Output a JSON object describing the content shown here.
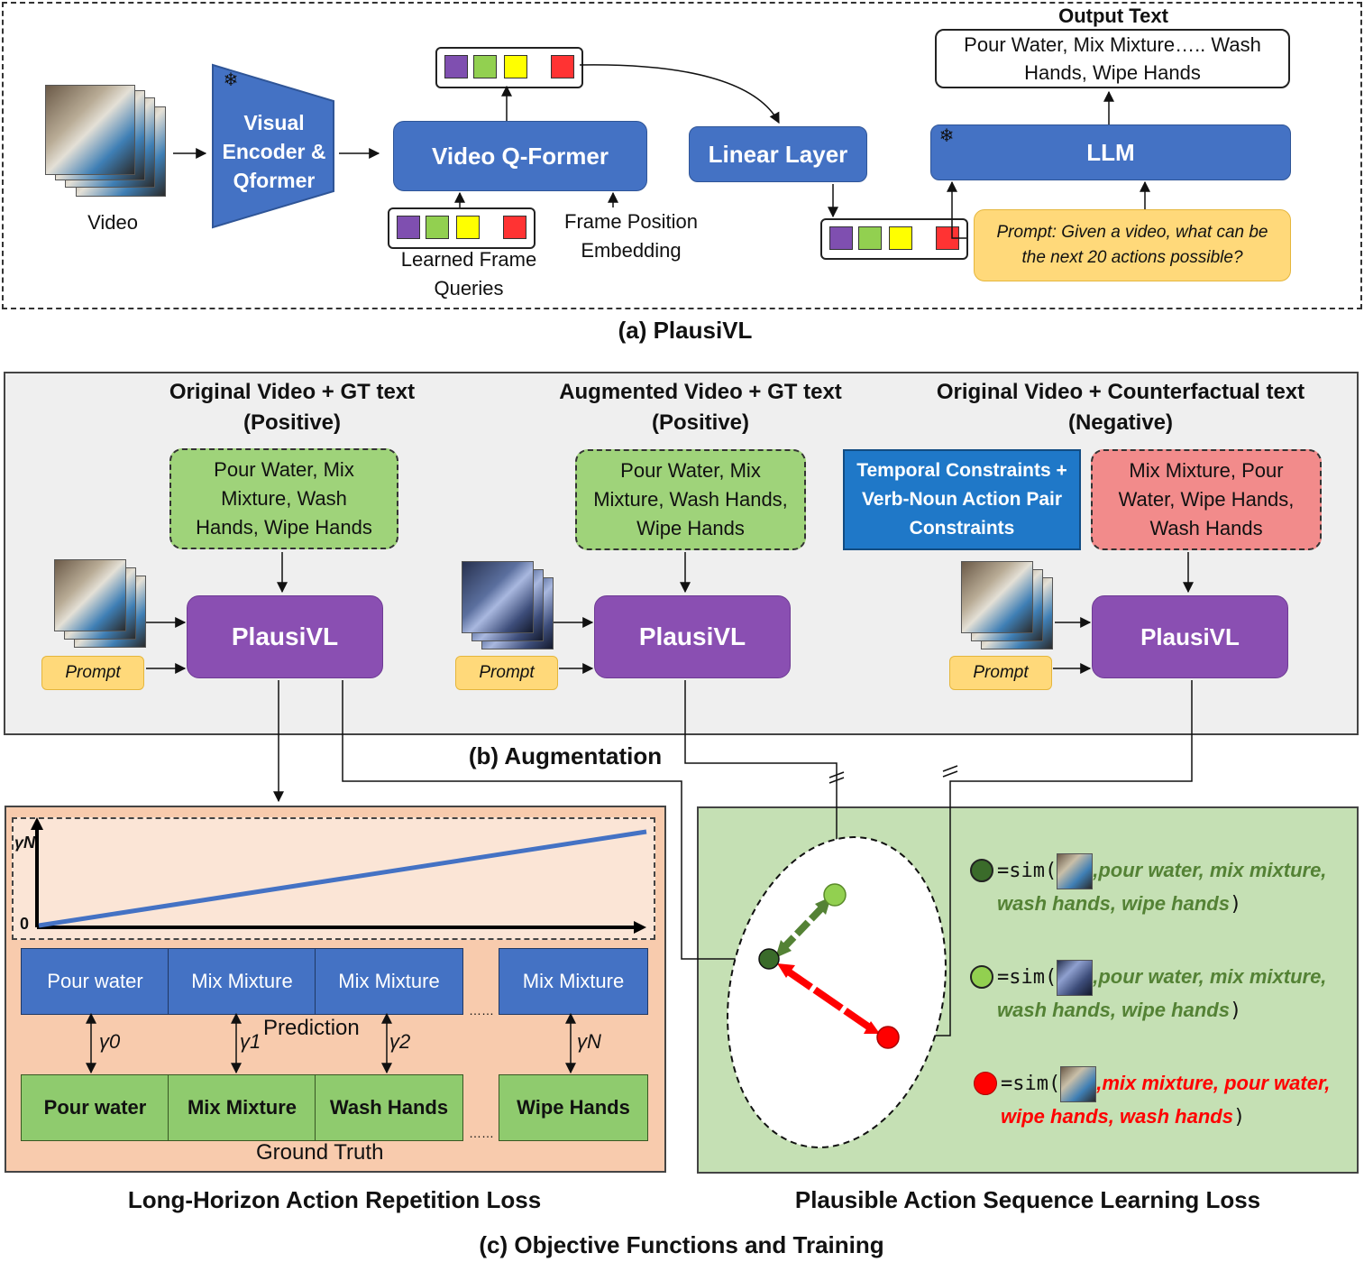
{
  "colors": {
    "blue": "#4472c4",
    "purple": "#8a4fb2",
    "prompt": "#ffd97a",
    "green_text": "#9fd37a",
    "red_text": "#f28b8b",
    "loss_bg": "#f8cbad",
    "plaus_bg": "#c5e0b4",
    "aug_bg": "#efefef",
    "token_colors": [
      "#7f4fb0",
      "#92d050",
      "#ffff00",
      "#ff3333"
    ]
  },
  "section_a": {
    "video_label": "Video",
    "encoder": "Visual Encoder & Qformer",
    "qformer": "Video Q-Former",
    "learned_queries": "Learned Frame Queries",
    "frame_pos": "Frame Position Embedding",
    "linear": "Linear Layer",
    "llm": "LLM",
    "output_title": "Output Text",
    "output_text": "Pour Water, Mix Mixture….. Wash Hands, Wipe Hands",
    "prompt": "Prompt: Given a video, what can be the next 20 actions possible?",
    "caption": "(a) PlausiVL",
    "frozen_icon": "snowflake-icon"
  },
  "section_b": {
    "caption": "(b) Augmentation",
    "col1_heading": "Original Video + GT text (Positive)",
    "col2_heading": "Augmented Video + GT text (Positive)",
    "col3_heading": "Original Video + Counterfactual text (Negative)",
    "gt_text": "Pour Water, Mix Mixture, Wash Hands, Wipe Hands",
    "neg_text": "Mix Mixture, Pour Water, Wipe Hands, Wash Hands",
    "constraints": "Temporal Constraints + Verb-Noun Action Pair Constraints",
    "model": "PlausiVL",
    "prompt": "Prompt"
  },
  "section_c": {
    "caption": "(c) Objective Functions and Training",
    "left_caption": "Long-Horizon Action Repetition Loss",
    "right_caption": "Plausible Action Sequence Learning Loss",
    "y_top": "γN",
    "y_zero": "0",
    "prediction_label": "Prediction",
    "gt_label": "Ground Truth",
    "pred_cells": [
      "Pour water",
      "Mix Mixture",
      "Mix Mixture",
      "Mix Mixture"
    ],
    "gt_cells": [
      "Pour water",
      "Mix Mixture",
      "Wash Hands",
      "Wipe Hands"
    ],
    "gammas": [
      "γ0",
      "γ1",
      "γ2",
      "γN"
    ],
    "sim_fn": "=sim(",
    "close_paren": ")",
    "legend": [
      {
        "color": "#3a6b2a",
        "text1": ",pour water, mix mixture,",
        "text2": "wash hands, wipe hands",
        "text_color": "#548235"
      },
      {
        "color": "#92d050",
        "text1": ",pour water, mix mixture,",
        "text2": "wash hands, wipe hands",
        "text_color": "#548235"
      },
      {
        "color": "#ff0000",
        "text1": ",mix mixture, pour water,",
        "text2": "wipe hands, wash hands",
        "text_color": "#ff0000"
      }
    ]
  }
}
